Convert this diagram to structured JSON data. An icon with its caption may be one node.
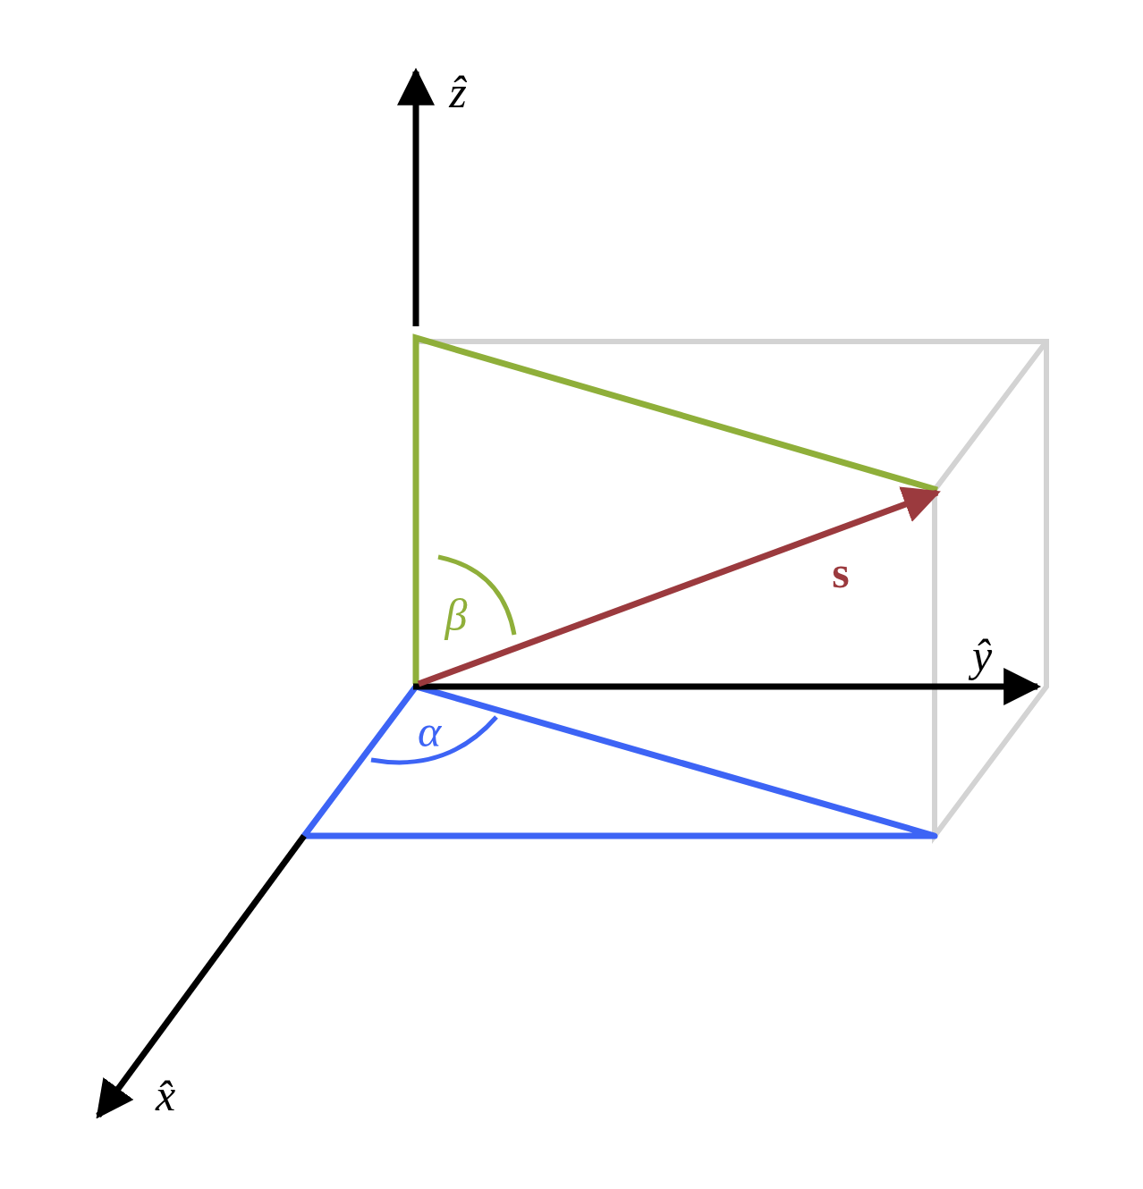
{
  "diagram": {
    "labels": [
      "ẑ",
      "s",
      "β",
      "ŷ",
      "α",
      "x̂"
    ]
  }
}
